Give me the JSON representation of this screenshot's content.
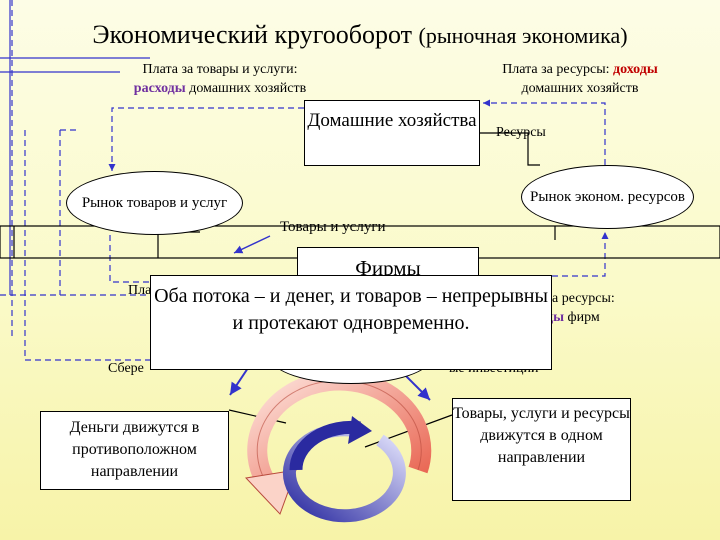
{
  "title": {
    "main": "Экономический кругооборот",
    "sub": "(рыночная экономика)"
  },
  "captions": {
    "pay_goods_line1": "Плата за товары и услуги:",
    "pay_goods_accent": "расходы",
    "pay_goods_line2_rest": " домашних хозяйств",
    "pay_resources_line1_prefix": "Плата за ресурсы: ",
    "pay_resources_accent": "доходы",
    "pay_resources_line2": "домашних хозяйств",
    "resources": "Ресурсы",
    "goods_services": "Товары и услуги",
    "partial_left": "Пла",
    "partial_right_line1": "а ресурсы:",
    "partial_right_accent": "ды",
    "partial_right_line2_rest": " фирм",
    "savings_partial": "Сбере",
    "investments_partial": "ые инвестиции"
  },
  "nodes": {
    "households": "Домашние хозяйства",
    "firms": "Фирмы",
    "market_goods": "Рынок товаров и услуг",
    "market_resources": "Рынок эконом. ресурсов"
  },
  "callout": "Оба потока – и денег, и товаров – непрерывны и протекают одновременно.",
  "left_box": "Деньги движутся в противоположном направлении",
  "right_box": "Товары, услуги и ресурсы движутся в одном направлении",
  "colors": {
    "money_flow": "#3333cc",
    "accent_red": "#c00000",
    "accent_purple": "#7030a0",
    "outer_ring": "#f08a7a",
    "inner_ring": "#3c3cb8"
  }
}
